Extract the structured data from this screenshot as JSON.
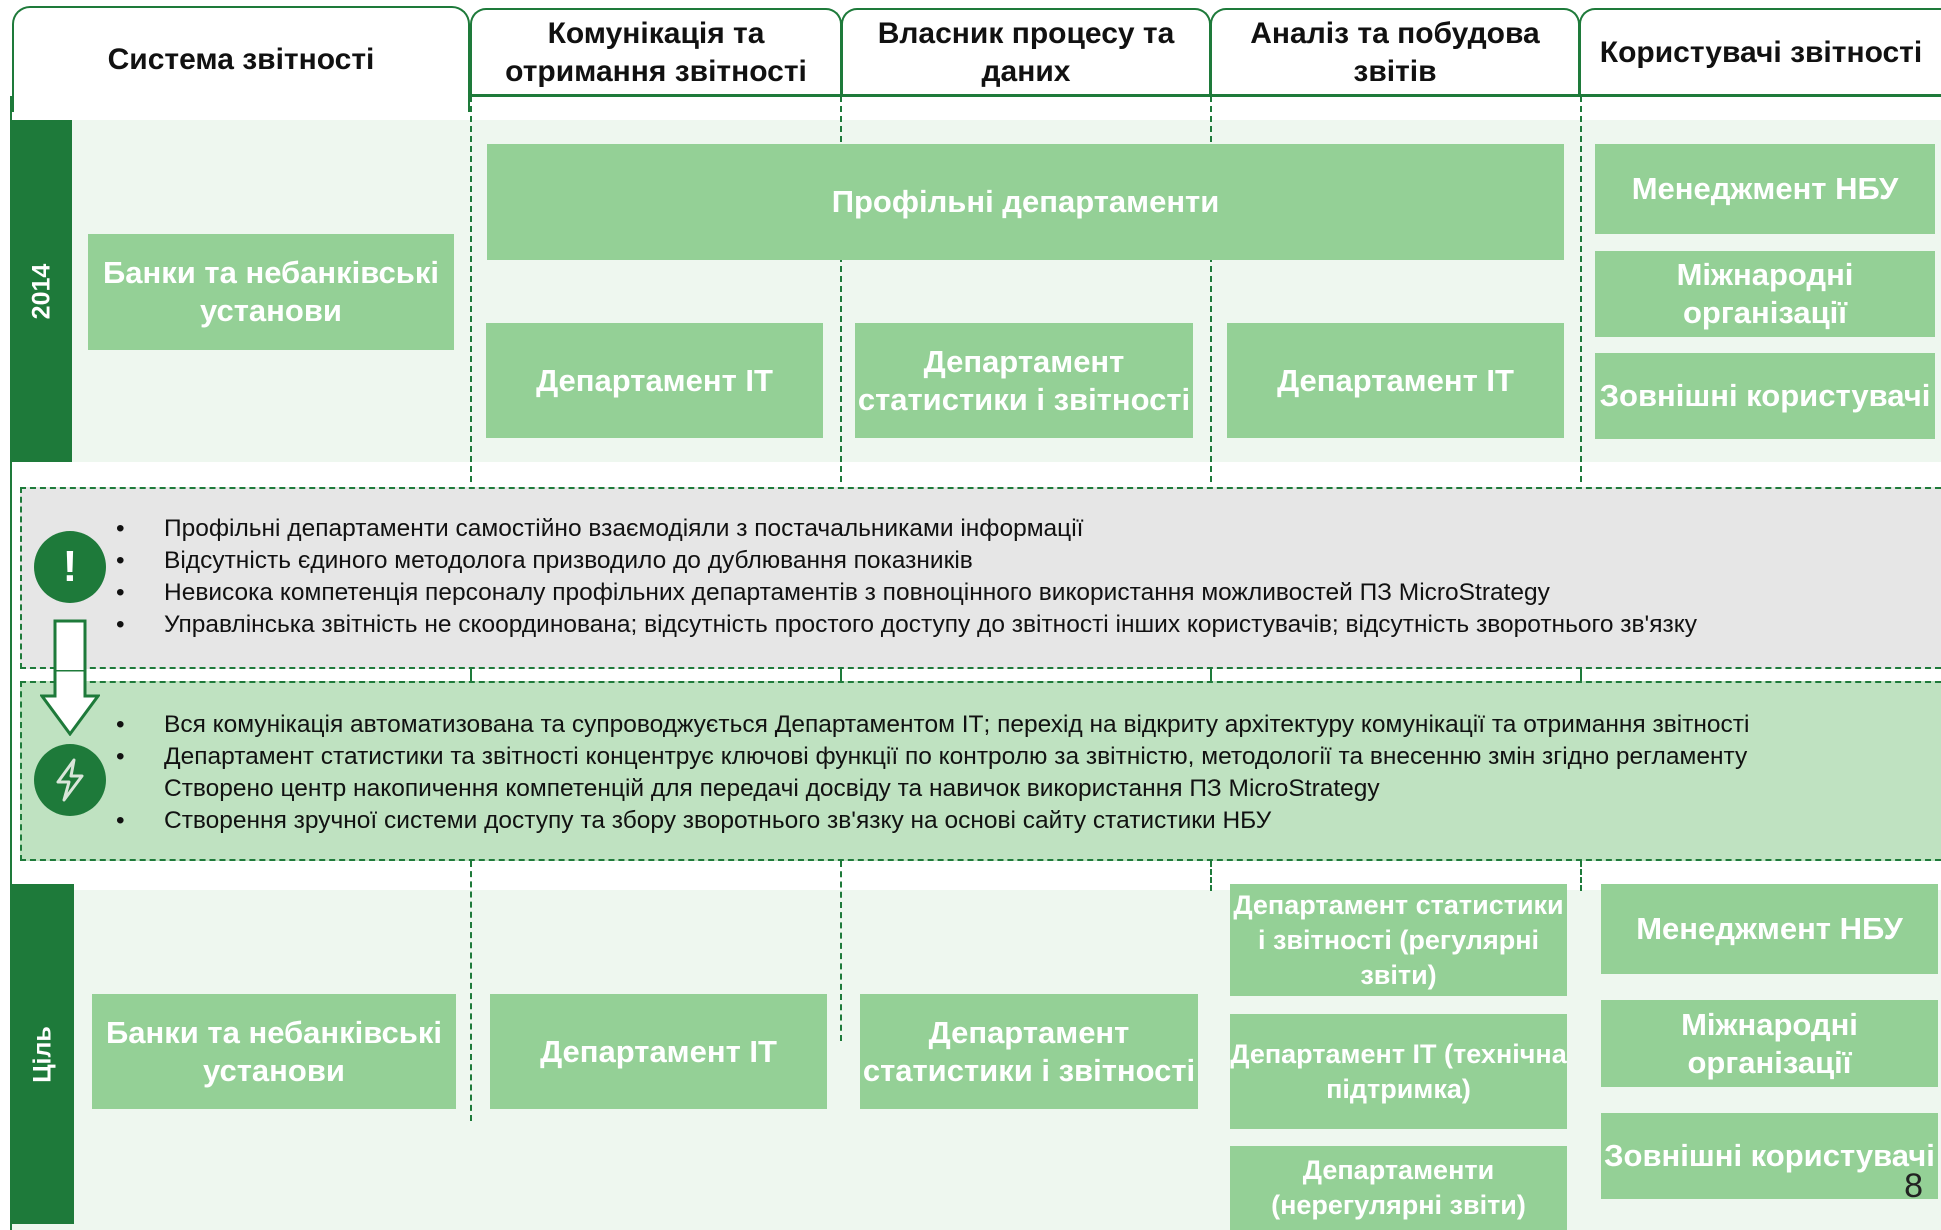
{
  "header": {
    "col1": "Система звітності",
    "col2": "Комунікація та отримання звітності",
    "col3": "Власник процесу та даних",
    "col4": "Аналіз та побудова звітів",
    "col5": "Користувачі звітності"
  },
  "row_2014": {
    "label": "2014",
    "banks": "Банки та небанківські установи",
    "profile_depts": "Профільні департаменти",
    "it_dept_1": "Департамент ІТ",
    "stat_dept": "Департамент статистики і звітності",
    "it_dept_2": "Департамент ІТ",
    "users": [
      "Менеджмент НБУ",
      "Міжнародні організації",
      "Зовнішні користувачі"
    ]
  },
  "problems": {
    "icon": "!",
    "items": [
      "Профільні департаменти самостійно взаємодіяли з постачальниками інформації",
      "Відсутність єдиного методолога призводило до дублювання показників",
      "Невисока компетенція персоналу профільних департаментів з повноцінного використання можливостей ПЗ MicroStrategy",
      "Управлінська звітність не скоординована; відсутність простого доступу до звітності інших користувачів; відсутність зворотнього зв'язку"
    ]
  },
  "solutions": {
    "icon": "lightning-icon",
    "items": [
      "Вся комунікація автоматизована та супроводжується Департаментом ІТ; перехід на відкриту архітектуру комунікації та отримання звітності",
      "Департамент статистики та звітності концентрує ключові функції по контролю за звітністю, методології та внесенню змін згідно регламенту",
      "Створено центр накопичення компетенцій для передачі досвіду та навичок використання ПЗ MicroStrategy",
      "Створення зручної системи доступу та збору зворотнього зв'язку на основі сайту статистики НБУ"
    ]
  },
  "row_goal": {
    "label": "Ціль",
    "banks": "Банки та небанківські установи",
    "it_dept": "Департамент ІТ",
    "stat_dept": "Департамент статистики і звітності",
    "analysis": [
      "Департамент статистики і звітності (регулярні звіти)",
      "Департамент ІТ (технічна підтримка)",
      "Департаменти (нерегулярні звіти)"
    ],
    "users": [
      "Менеджмент НБУ",
      "Міжнародні організації",
      "Зовнішні користувачі"
    ]
  },
  "page_number": "8",
  "colors": {
    "dark_green": "#1e7a3a",
    "box_green": "#94d096",
    "band": "#eef7ef",
    "grey_panel": "#e6e6e6",
    "green_panel": "#bfe2c1"
  }
}
